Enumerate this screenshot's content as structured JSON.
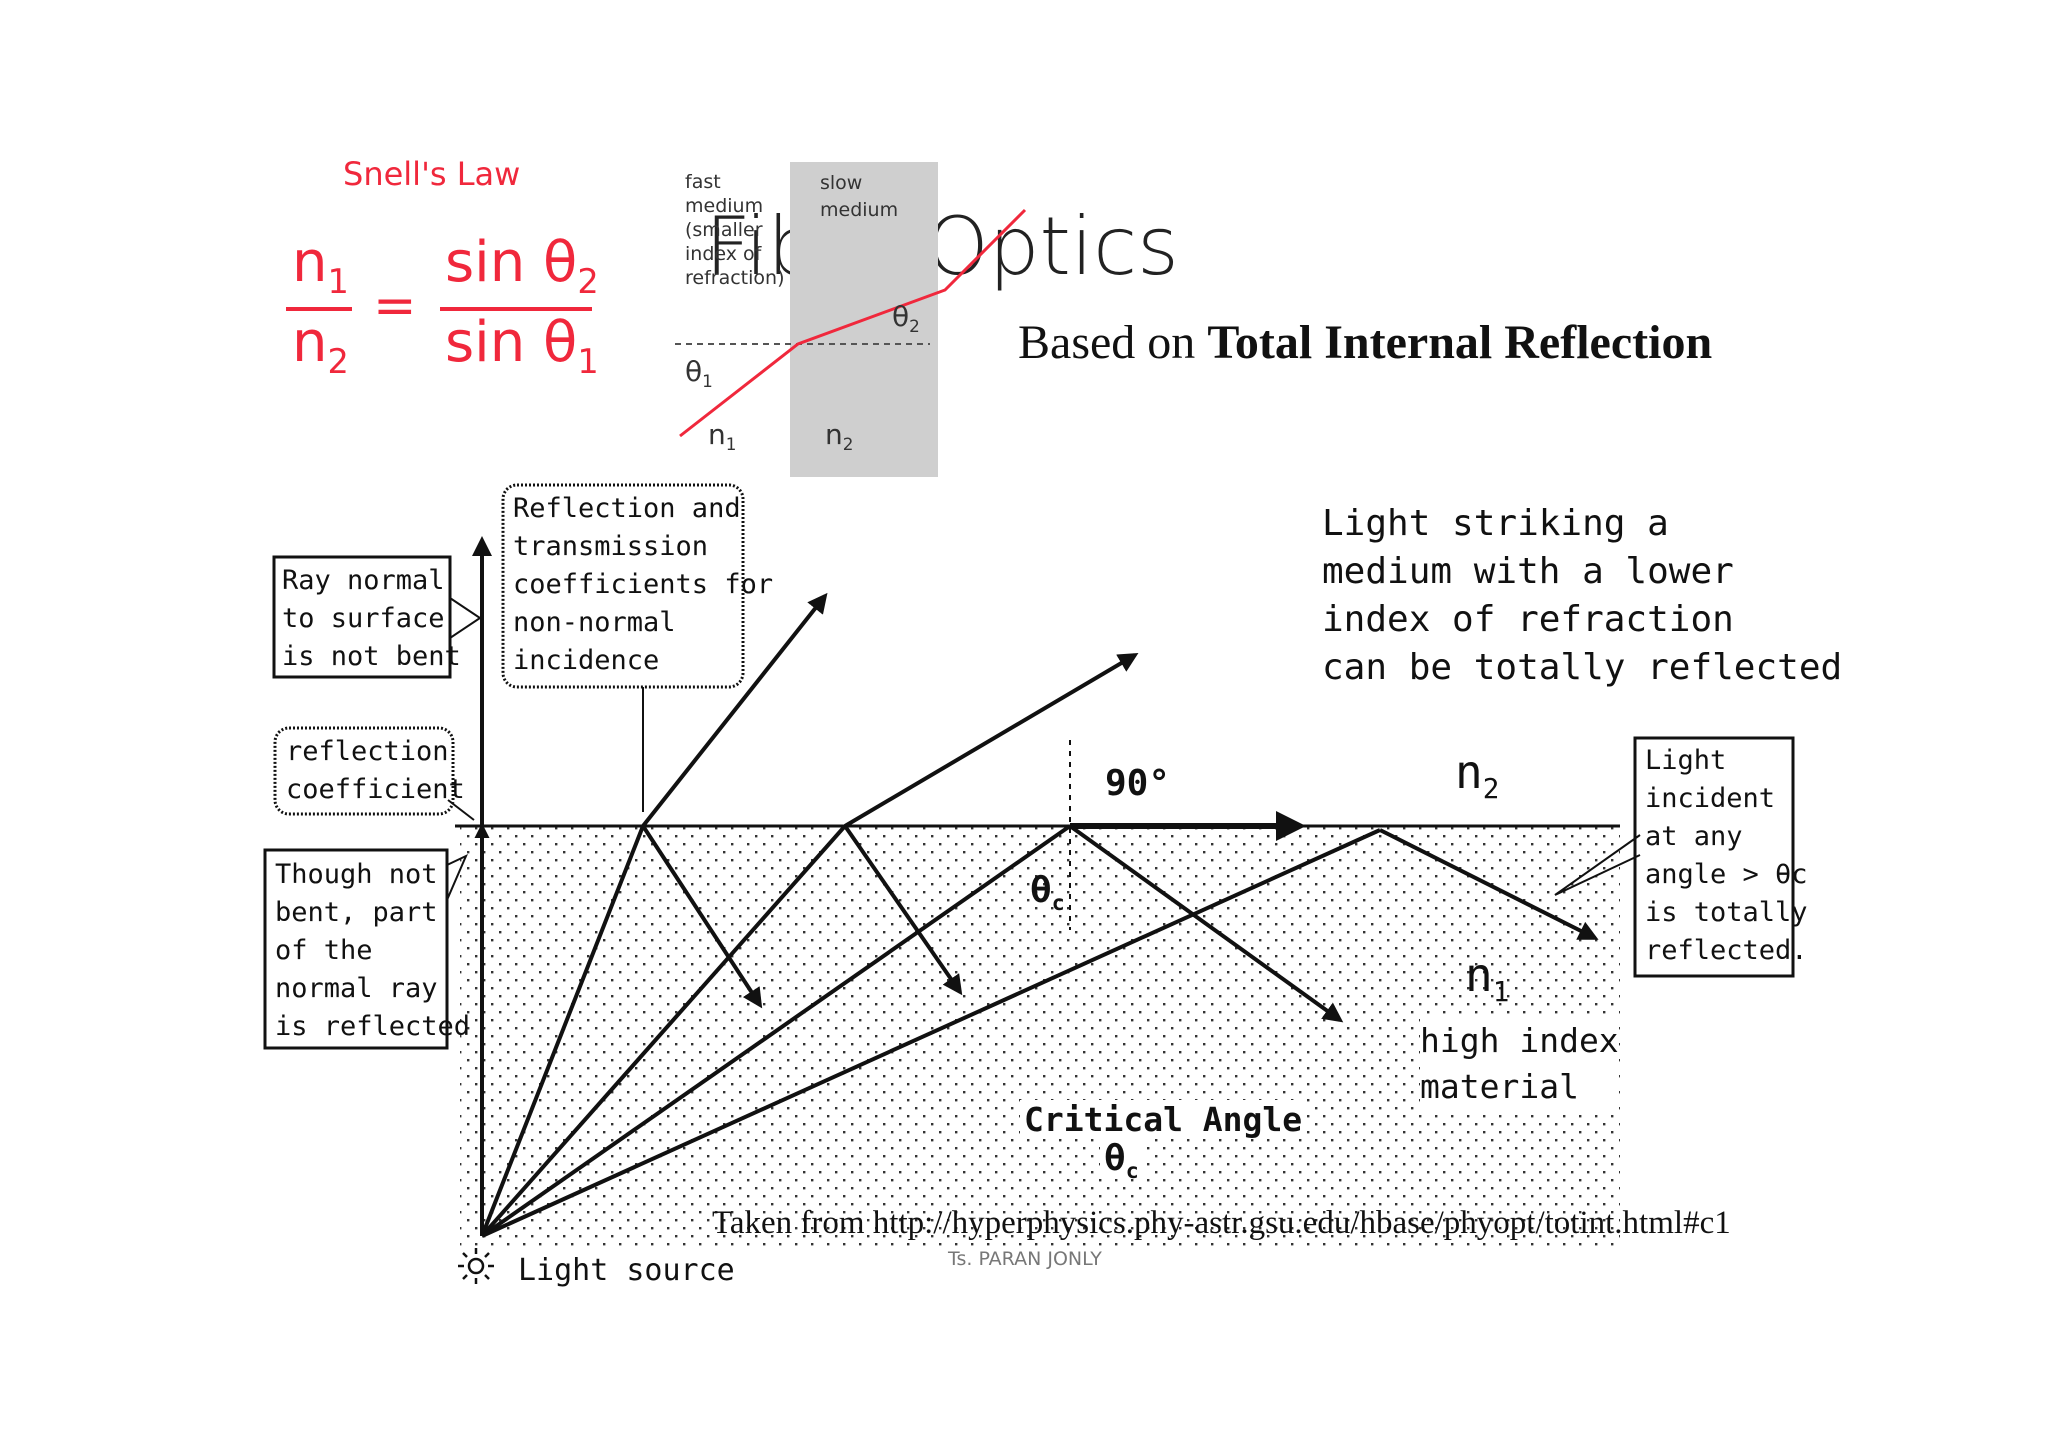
{
  "slide": {
    "title": "Fiber Optics",
    "subtitle_prefix": "Based on ",
    "subtitle_bold": "Total Internal Reflection",
    "source_note": "Taken from http://hyperphysics.phy-astr.gsu.edu/hbase/phyopt/totint.html#c1",
    "footer": "Ts. PARAN JONLY"
  },
  "snell": {
    "heading": "Snell's Law",
    "n": "n",
    "sin": "sin",
    "theta": "θ",
    "sub1": "1",
    "sub2": "2",
    "equals": "="
  },
  "refraction_inset": {
    "fast_medium": "fast\nmedium\n(smaller\nindex of\nrefraction)",
    "slow_medium": "slow\nmedium",
    "theta1": "θ",
    "theta2": "θ",
    "sub1": "1",
    "sub2": "2",
    "n": "n"
  },
  "diagram": {
    "callouts": {
      "ray_normal": "Ray normal\nto surface\nis not bent",
      "reflection_coefficient": "reflection\ncoefficient",
      "though_not_bent": "Though not\nbent, part\nof the\nnormal ray\nis reflected",
      "coefficients": "Reflection and\ntransmission\ncoefficients for\nnon-normal\nincidence",
      "light_incident": "Light\nincident\nat any\nangle > θc\nis totally\nreflected."
    },
    "light_striking": "Light striking a\nmedium with a lower\nindex of refraction\ncan be totally reflected",
    "n2": "n",
    "n1": "n",
    "sub1": "1",
    "sub2": "2",
    "high_index": "high index\nmaterial",
    "ninety": "90°",
    "theta_c": "θ",
    "c": "c",
    "critical_angle": "Critical Angle",
    "light_source": "Light source"
  },
  "colors": {
    "accent_red": "#f0283c",
    "slow_medium_gray": "#cfcfcf",
    "ink": "#111111"
  }
}
